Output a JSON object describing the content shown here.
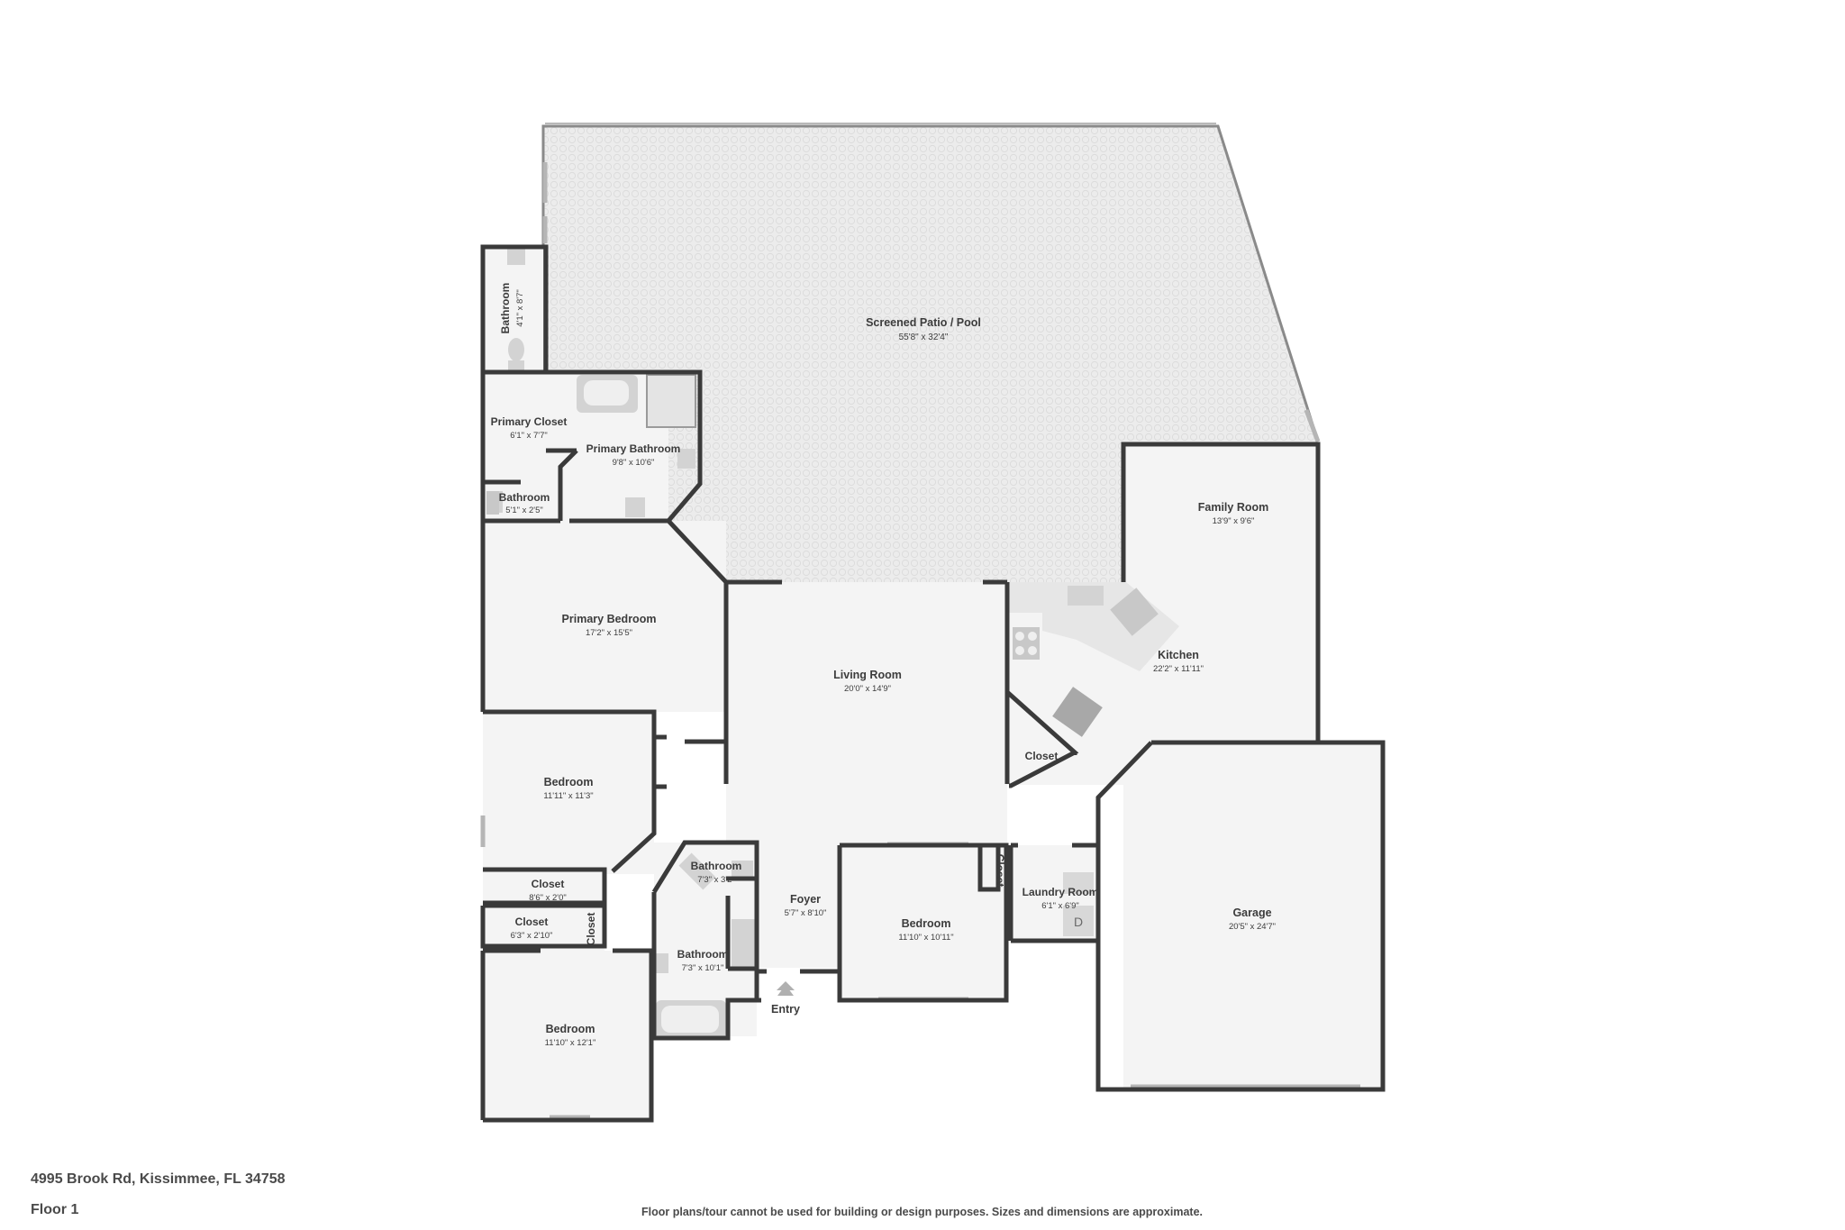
{
  "address": "4995 Brook Rd, Kissimmee, FL 34758",
  "floor": "Floor 1",
  "disclaimer": "Floor plans/tour cannot be used for building or design purposes. Sizes and dimensions are approximate.",
  "colors": {
    "wall": "#3a3a3a",
    "floor": "#f4f4f4",
    "patio": "#ececec",
    "fixture": "#d3d3d3",
    "text": "#3c3c3c"
  },
  "rooms": {
    "patio": {
      "name": "Screened Patio / Pool",
      "dims": "55'8\" x 32'4\""
    },
    "bath_top": {
      "name": "Bathroom",
      "dims": "4'1\" x 8'7\""
    },
    "primary_closet": {
      "name": "Primary Closet",
      "dims": "6'1\" x 7'7\""
    },
    "primary_bath": {
      "name": "Primary Bathroom",
      "dims": "9'8\" x 10'6\""
    },
    "bath_small": {
      "name": "Bathroom",
      "dims": "5'1\" x 2'5\""
    },
    "primary_bed": {
      "name": "Primary Bedroom",
      "dims": "17'2\" x 15'5\""
    },
    "living": {
      "name": "Living Room",
      "dims": "20'0\" x 14'9\""
    },
    "family": {
      "name": "Family Room",
      "dims": "13'9\" x 9'6\""
    },
    "kitchen": {
      "name": "Kitchen",
      "dims": "22'2\" x 11'11\""
    },
    "kitchen_closet": {
      "name": "Closet"
    },
    "bedroom2": {
      "name": "Bedroom",
      "dims": "11'11\" x 11'3\""
    },
    "closet1": {
      "name": "Closet",
      "dims": "8'6\" x 2'0\""
    },
    "closet2": {
      "name": "Closet",
      "dims": "6'3\" x 2'10\""
    },
    "closet_vert": {
      "name": "Closet"
    },
    "bath_mid": {
      "name": "Bathroom",
      "dims": "7'3\" x 3'2\""
    },
    "foyer": {
      "name": "Foyer",
      "dims": "5'7\" x 8'10\""
    },
    "bedroom3": {
      "name": "Bedroom",
      "dims": "11'10\" x 10'11\""
    },
    "closet_bed3": {
      "name": "Closet"
    },
    "laundry": {
      "name": "Laundry Room",
      "dims": "6'1\" x 6'9\""
    },
    "garage": {
      "name": "Garage",
      "dims": "20'5\" x 24'7\""
    },
    "bath_lower": {
      "name": "Bathroom",
      "dims": "7'3\" x 10'1\""
    },
    "bedroom4": {
      "name": "Bedroom",
      "dims": "11'10\" x 12'1\""
    }
  },
  "entry_label": "Entry",
  "dryer_label": "D"
}
